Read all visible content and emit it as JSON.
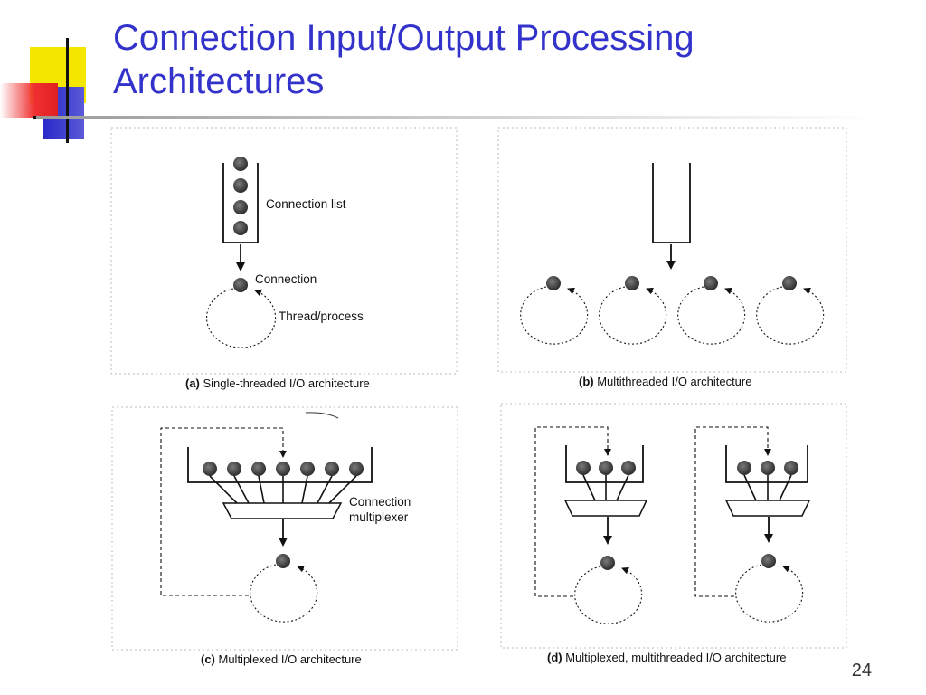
{
  "slide": {
    "title_line1": "Connection Input/Output Processing",
    "title_line2": "Architectures",
    "page_number": "24"
  },
  "diagrams": {
    "a": {
      "caption_tag": "(a)",
      "caption_text": " Single-threaded I/O architecture",
      "connection_list_label": "Connection list",
      "connection_label": "Connection",
      "thread_label": "Thread/process"
    },
    "b": {
      "caption_tag": "(b)",
      "caption_text": " Multithreaded I/O architecture"
    },
    "c": {
      "caption_tag": "(c)",
      "caption_text": " Multiplexed I/O architecture",
      "multiplexer_label_line1": "Connection",
      "multiplexer_label_line2": "multiplexer"
    },
    "d": {
      "caption_tag": "(d)",
      "caption_text": " Multiplexed, multithreaded I/O architecture"
    }
  },
  "colors": {
    "title": "#3333cc",
    "deco_yellow": "#f5e600",
    "deco_blue": "#2828c8",
    "deco_red": "#f03030"
  }
}
